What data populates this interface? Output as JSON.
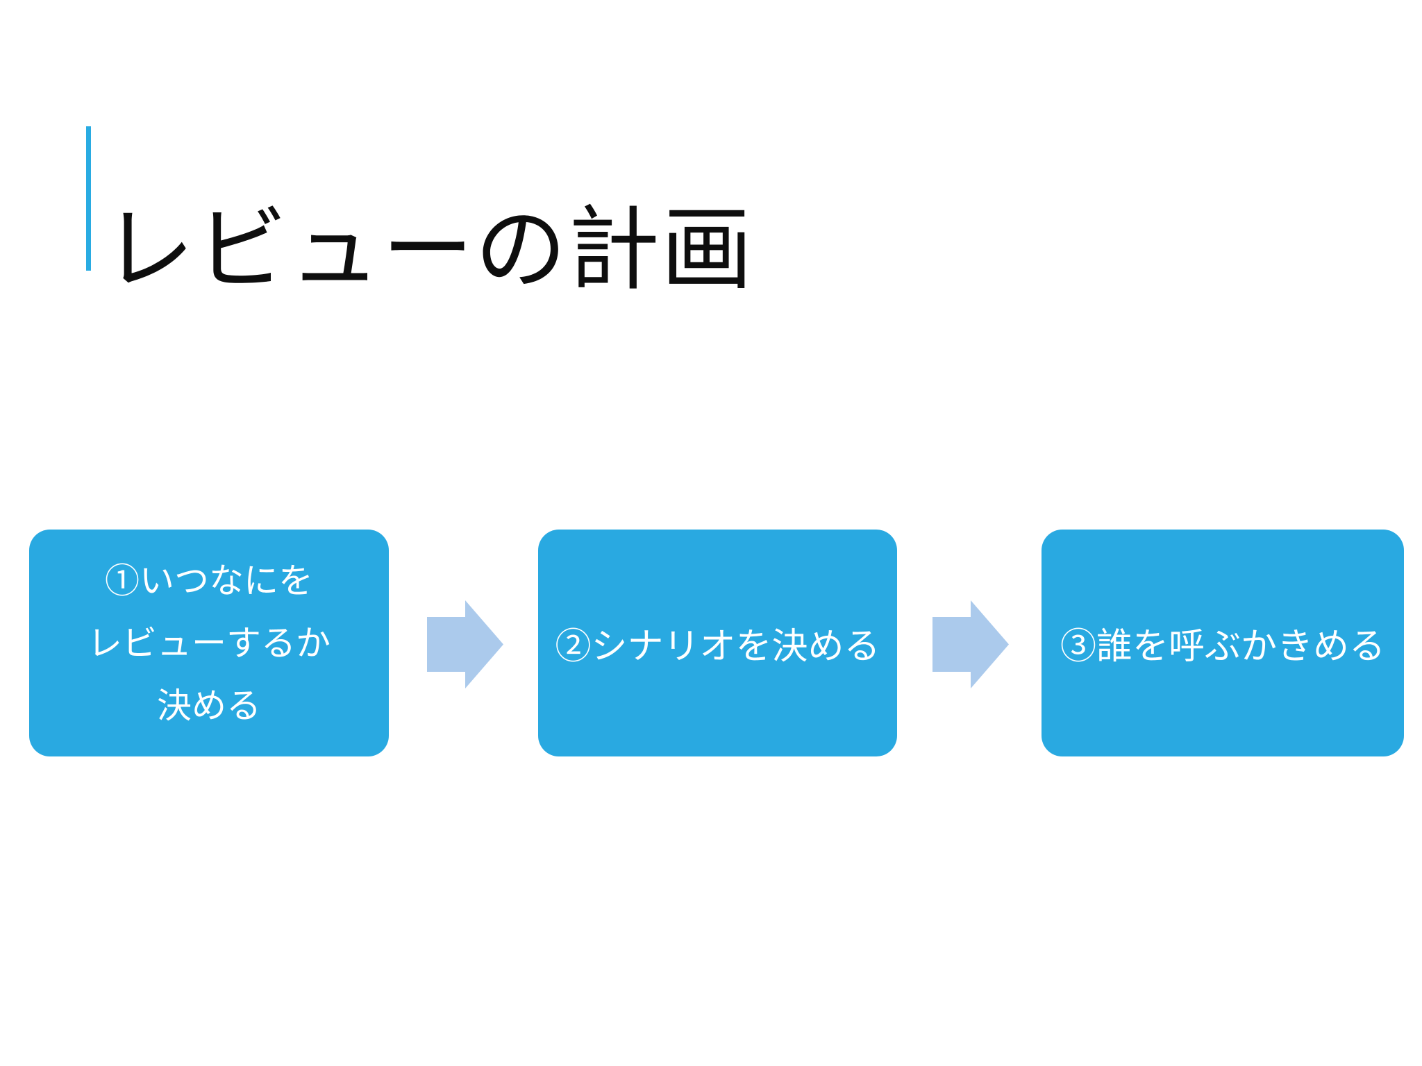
{
  "slide": {
    "title": "レビューの計画"
  },
  "colors": {
    "background": "#FFFFFF",
    "accent": "#29ABE2",
    "title_text": "#0E0E0E",
    "box_fill": "#29A9E1",
    "box_text": "#FFFFFF",
    "arrow_fill": "#ABCAEC"
  },
  "flow": {
    "connector_icon": "right-arrow",
    "steps": [
      {
        "lines": [
          "①いつなにを",
          "レビューするか",
          "決める"
        ]
      },
      {
        "lines": [
          "②シナリオを決める"
        ]
      },
      {
        "lines": [
          "③誰を呼ぶかきめる"
        ]
      }
    ]
  }
}
